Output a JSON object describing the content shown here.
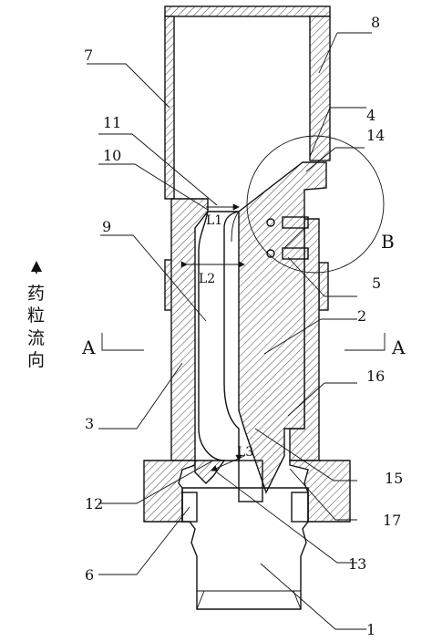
{
  "flow_direction_label": [
    "药",
    "粒",
    "流",
    "向"
  ],
  "section_label": "A",
  "detail_label": "B",
  "dimension_labels": {
    "l1": "L1",
    "l2": "L2",
    "l3": "L3"
  },
  "part_labels": {
    "p1": "1",
    "p2": "2",
    "p3": "3",
    "p4": "4",
    "p5": "5",
    "p6": "6",
    "p7": "7",
    "p8": "8",
    "p9": "9",
    "p10": "10",
    "p11": "11",
    "p12": "12",
    "p13": "13",
    "p14": "14",
    "p15": "15",
    "p16": "16",
    "p17": "17"
  }
}
